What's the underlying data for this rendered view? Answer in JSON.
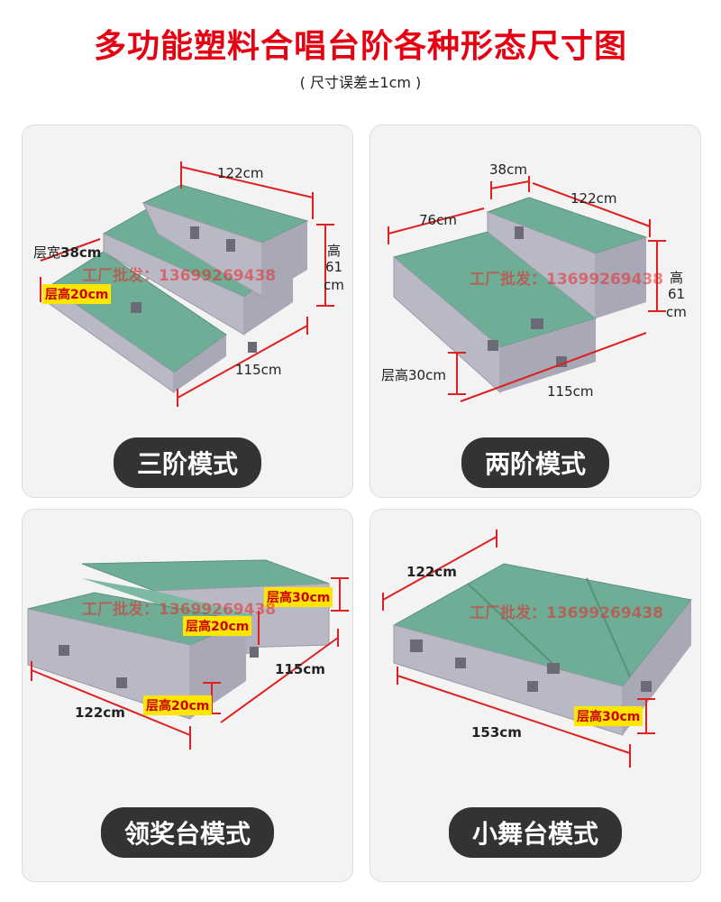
{
  "header": {
    "title": "多功能塑料合唱台阶各种形态尺寸图",
    "subtitle": "( 尺寸误差±1cm )"
  },
  "watermark": "工厂批发：13699269438",
  "panels": [
    {
      "mode": "三阶模式",
      "labels": {
        "top_width": "122cm",
        "depth": "115cm",
        "layer_width_prefix": "层宽",
        "layer_width_value": "38cm",
        "layer_height": "层高20cm",
        "height_h": "高",
        "height_v": "61",
        "height_u": "cm"
      }
    },
    {
      "mode": "两阶模式",
      "labels": {
        "top_depth": "38cm",
        "top_width": "122cm",
        "lower_depth": "76cm",
        "depth": "115cm",
        "layer_height": "层高30cm",
        "height_h": "高",
        "height_v": "61",
        "height_u": "cm"
      }
    },
    {
      "mode": "领奖台模式",
      "labels": {
        "width": "122cm",
        "depth": "115cm",
        "layer_high": "层高30cm",
        "layer_mid": "层高20cm",
        "layer_low": "层高20cm"
      }
    },
    {
      "mode": "小舞台模式",
      "labels": {
        "width": "122cm",
        "length": "153cm",
        "layer_height": "层高30cm"
      }
    }
  ],
  "colors": {
    "title_red": "#e60012",
    "top_green": "#6fae96",
    "side_gray": "#b9b9c6",
    "dim_red": "#e02020",
    "pill_bg": "#333333"
  }
}
